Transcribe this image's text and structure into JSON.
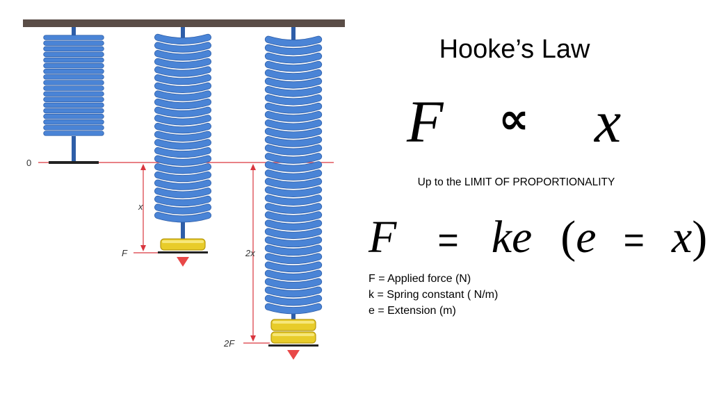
{
  "slide": {
    "title": "Hooke’s Law",
    "proportional": {
      "left": "F",
      "symbol": "∝",
      "right": "x"
    },
    "limit_text": "Up to the LIMIT OF PROPORTIONALITY",
    "formula": {
      "f": "F",
      "eq": "=",
      "ke": "ke",
      "open": "(",
      "e": "e",
      "eq2": "=",
      "x": "x",
      "close": ")"
    },
    "definitions": [
      "F = Applied force (N)",
      "k = Spring constant ( N/m)",
      "e = Extension (m)"
    ]
  },
  "diagram": {
    "labels": {
      "zero": "0",
      "x": "x",
      "two_x": "2x",
      "f": "F",
      "two_f": "2F"
    },
    "colors": {
      "ceiling": "#5a4d47",
      "spring": "#4a84d6",
      "spring_dark": "#2e5ea8",
      "guide_line": "#d9363e",
      "weight": "#e8cc2a",
      "arrow": "#e84848"
    },
    "springs": [
      {
        "name": "unloaded",
        "weights": 0
      },
      {
        "name": "one-weight",
        "weights": 1
      },
      {
        "name": "two-weights",
        "weights": 2
      }
    ]
  }
}
